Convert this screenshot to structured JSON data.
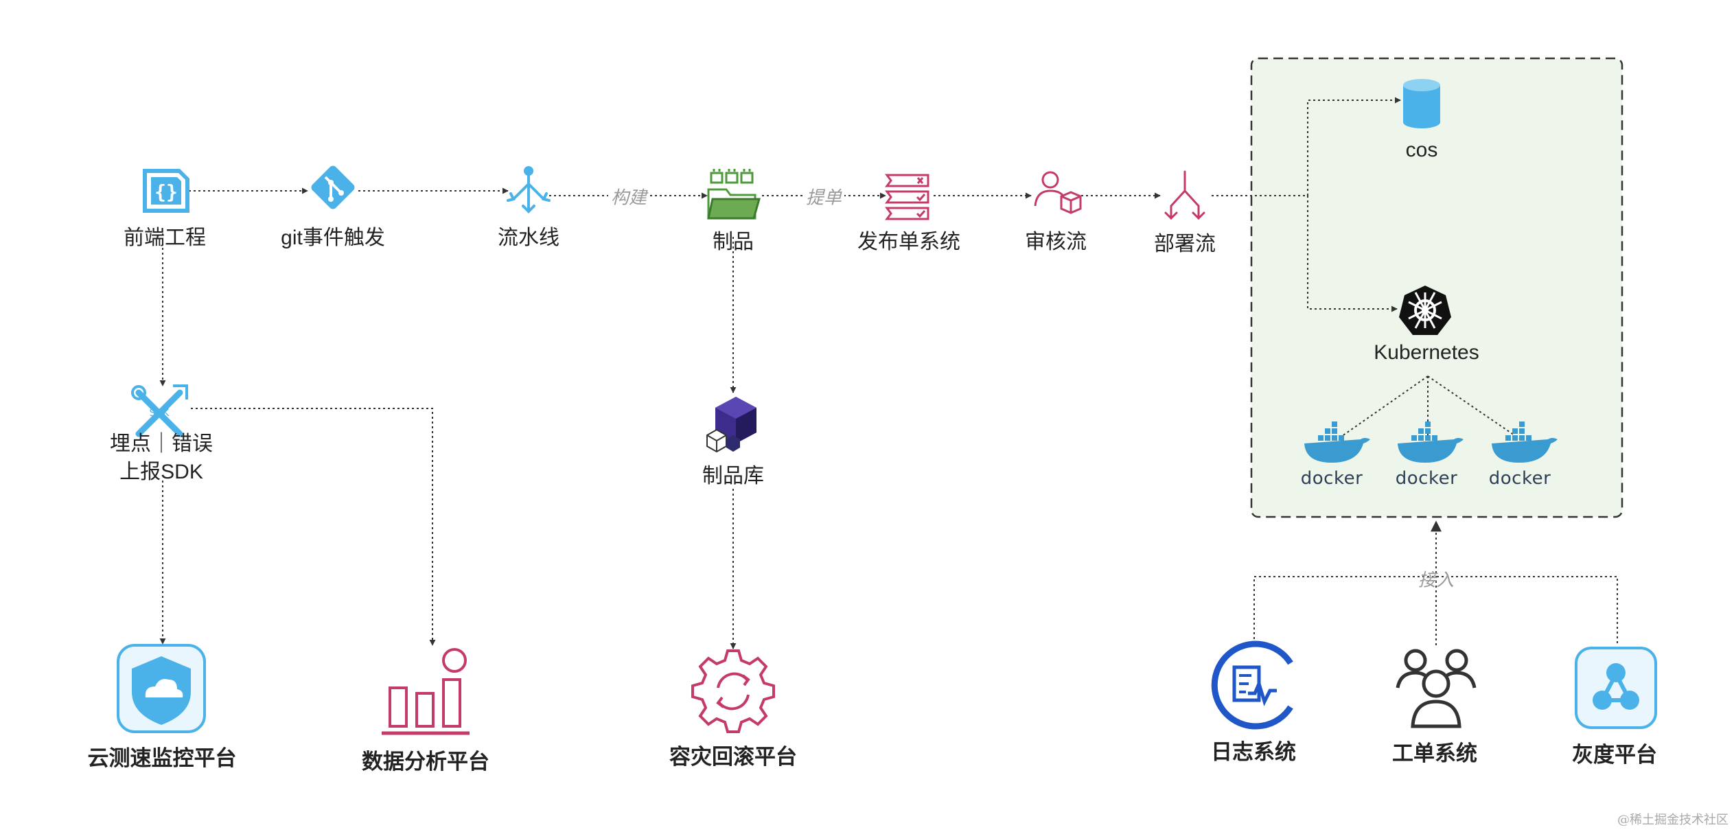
{
  "colors": {
    "blue": "#4ab2e8",
    "crimson": "#c43a6a",
    "green": "#4d9a3a",
    "navy": "#2e2a6e",
    "royal": "#1f57c8",
    "dark": "#333333",
    "env_fill": "#eef6ec"
  },
  "nodes": {
    "frontend": {
      "label": "前端工程",
      "icon": "code-file-icon"
    },
    "git": {
      "label": "git事件触发",
      "icon": "git-icon"
    },
    "pipeline": {
      "label": "流水线",
      "icon": "pipeline-icon"
    },
    "artifact": {
      "label": "制品",
      "icon": "artifact-folder-icon"
    },
    "release": {
      "label": "发布单系统",
      "icon": "release-list-icon"
    },
    "review": {
      "label": "审核流",
      "icon": "review-user-icon"
    },
    "deploy": {
      "label": "部署流",
      "icon": "deploy-split-icon"
    },
    "sdk": {
      "label_line1": "埋点｜错误",
      "label_line2": "上报SDK",
      "icon": "sdk-tools-icon"
    },
    "repo": {
      "label": "制品库",
      "icon": "cube-icon"
    },
    "monitor": {
      "label": "云测速监控平台",
      "icon": "cloud-shield-icon"
    },
    "analytics": {
      "label": "数据分析平台",
      "icon": "bar-chart-icon"
    },
    "disaster": {
      "label": "容灾回滚平台",
      "icon": "gear-sync-icon"
    },
    "logs": {
      "label": "日志系统",
      "icon": "log-icon"
    },
    "tickets": {
      "label": "工单系统",
      "icon": "people-icon"
    },
    "gray": {
      "label": "灰度平台",
      "icon": "share-nodes-icon"
    }
  },
  "env": {
    "cos": {
      "label": "cos",
      "icon": "database-icon"
    },
    "k8s": {
      "label": "Kubernetes",
      "icon": "kubernetes-icon"
    },
    "docker": [
      "docker",
      "docker",
      "docker"
    ]
  },
  "edges": {
    "build": "构建",
    "submit": "提单",
    "connect": "接入"
  },
  "watermark": "@稀土掘金技术社区"
}
